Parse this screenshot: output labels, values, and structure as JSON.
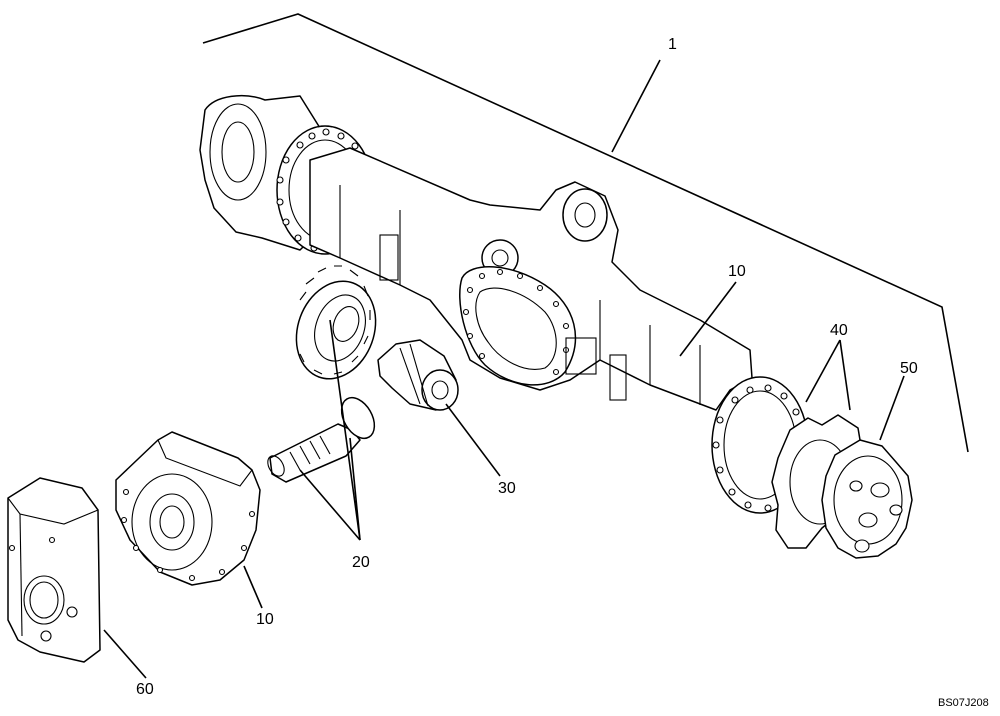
{
  "callouts": {
    "assembly_1": "1",
    "axle_housing_10": "10",
    "carrier_10": "10",
    "bevel_gear_set_20": "20",
    "differential_30": "30",
    "hub_40": "40",
    "flange_50": "50",
    "cover_60": "60"
  },
  "reference_code": "BS07J208",
  "colors": {
    "line": "#000000",
    "background": "#ffffff"
  }
}
